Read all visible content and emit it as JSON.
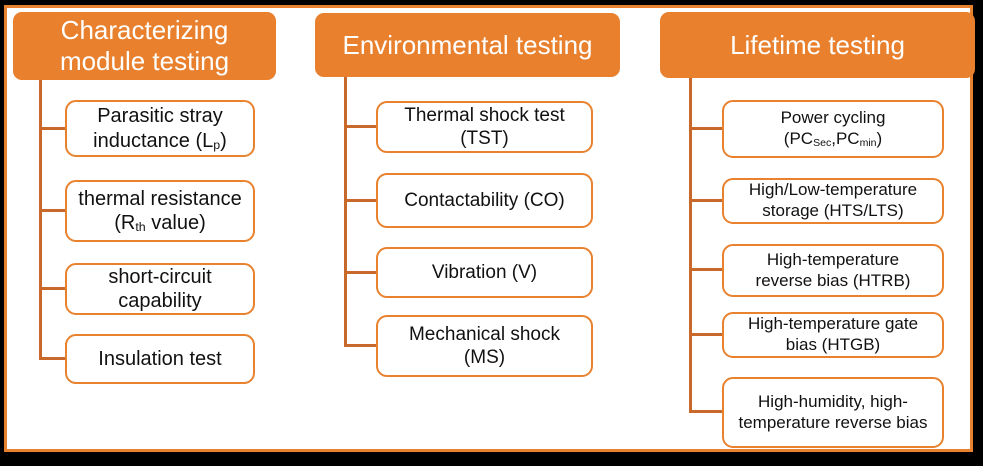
{
  "figure": {
    "description_colors": {
      "header_fill": "#E8802D",
      "header_text": "#FFFFFF",
      "item_border": "#E8822F",
      "item_text": "#111111",
      "connector": "#C8682A",
      "frame_border": "#E8822F",
      "outer_frame": "#000000",
      "background": "#FFFFFF"
    }
  },
  "columns": [
    {
      "header": {
        "line1": "Characterizing",
        "line2": "module testing"
      },
      "items": [
        {
          "line1": "Parasitic stray",
          "line2_pre": "inductance (L",
          "line2_sub": "p",
          "line2_post": ")"
        },
        {
          "line1": "thermal resistance",
          "line2_pre": "(R",
          "line2_sub": "th",
          "line2_post": " value)"
        },
        {
          "line1": "short-circuit",
          "line2": "capability"
        },
        {
          "line1": "Insulation test"
        }
      ]
    },
    {
      "header": {
        "line1": "Environmental testing"
      },
      "items": [
        {
          "line1": "Thermal shock test (TST)"
        },
        {
          "line1": "Contactability (CO)"
        },
        {
          "line1": "Vibration (V)"
        },
        {
          "line1": "Mechanical shock",
          "line2": "(MS)"
        }
      ]
    },
    {
      "header": {
        "line1": "Lifetime testing"
      },
      "items": [
        {
          "line1": "Power cycling",
          "line2_pre": "(PC",
          "line2_sub1": "Sec",
          "line2_mid": ",PC",
          "line2_sub2": "min",
          "line2_post": ")"
        },
        {
          "line1": "High/Low-temperature",
          "line2": "storage (HTS/LTS)"
        },
        {
          "line1": "High-temperature",
          "line2": "reverse bias (HTRB)"
        },
        {
          "line1": "High-temperature gate",
          "line2": "bias (HTGB)"
        },
        {
          "line1": "High-humidity, high-",
          "line2": "temperature reverse bias"
        }
      ]
    }
  ]
}
